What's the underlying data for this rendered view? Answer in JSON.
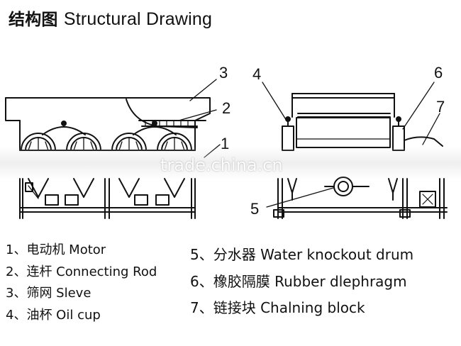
{
  "header": {
    "title_cn": "结构图",
    "title_en": "Structural Drawing"
  },
  "callouts": {
    "n1": "1",
    "n2": "2",
    "n3": "3",
    "n4": "4",
    "n5": "5",
    "n6": "6",
    "n7": "7"
  },
  "legend_left": [
    {
      "text": "1、电动机 Motor"
    },
    {
      "text": "2、连杆 Connecting Rod"
    },
    {
      "text": "3、筛网 Sleve"
    },
    {
      "text": "4、油杯 Oil cup"
    }
  ],
  "legend_right": [
    {
      "text": "5、分水器 Water knockout drum"
    },
    {
      "text": "6、橡胶隔膜 Rubber dlephragm"
    },
    {
      "text": "7、链接块 Chalning block"
    }
  ],
  "watermark": "trade.china.cn"
}
